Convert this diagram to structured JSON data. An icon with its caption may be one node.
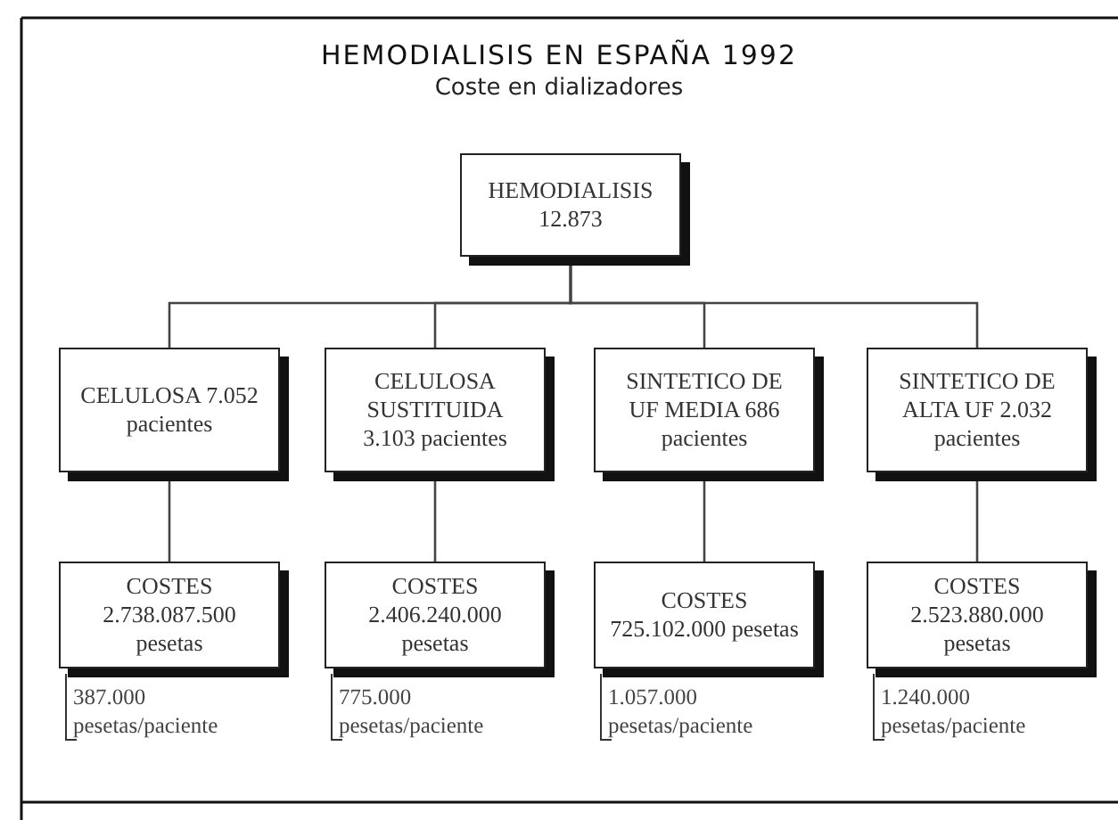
{
  "diagram": {
    "title": "HEMODIALISIS EN ESPAÑA 1992",
    "caption": "Coste en dializadores",
    "nodes": [
      {
        "text": [
          "HEMODIALISIS 12.873"
        ]
      },
      {
        "text": [
          "CELULOSA 7.052 pacientes"
        ]
      },
      {
        "text": [
          "CELULOSA SUSTITUIDA 3.103 pacientes"
        ]
      },
      {
        "text": [
          "SINTETICO DE UF MEDIA 686 pacientes"
        ]
      },
      {
        "text": [
          "SINTETICO DE ALTA UF 2.032 pacientes"
        ]
      },
      {
        "text": [
          "COSTES 2.738.087.500 pesetas"
        ],
        "beside": [
          "387.000 pesetas/paciente"
        ]
      },
      {
        "text": [
          "COSTES 2.406.240.000 pesetas"
        ],
        "beside": [
          "775.000 pesetas/paciente"
        ]
      },
      {
        "text": [
          "COSTES 725.102.000 pesetas"
        ],
        "beside": [
          "1.057.000 pesetas/paciente"
        ]
      },
      {
        "text": [
          "COSTES 2.523.880.000 pesetas"
        ],
        "beside": [
          "1.240.000 pesetas/paciente"
        ]
      }
    ],
    "edges": [
      {
        "from": 0,
        "to": 1,
        "arrow": "none"
      },
      {
        "from": 0,
        "to": 2,
        "arrow": "none"
      },
      {
        "from": 0,
        "to": 3,
        "arrow": "none"
      },
      {
        "from": 0,
        "to": 4,
        "arrow": "none"
      },
      {
        "from": 1,
        "to": 5,
        "arrow": "none"
      },
      {
        "from": 2,
        "to": 6,
        "arrow": "none"
      },
      {
        "from": 3,
        "to": 7,
        "arrow": "none"
      },
      {
        "from": 4,
        "to": 8,
        "arrow": "none"
      }
    ]
  }
}
